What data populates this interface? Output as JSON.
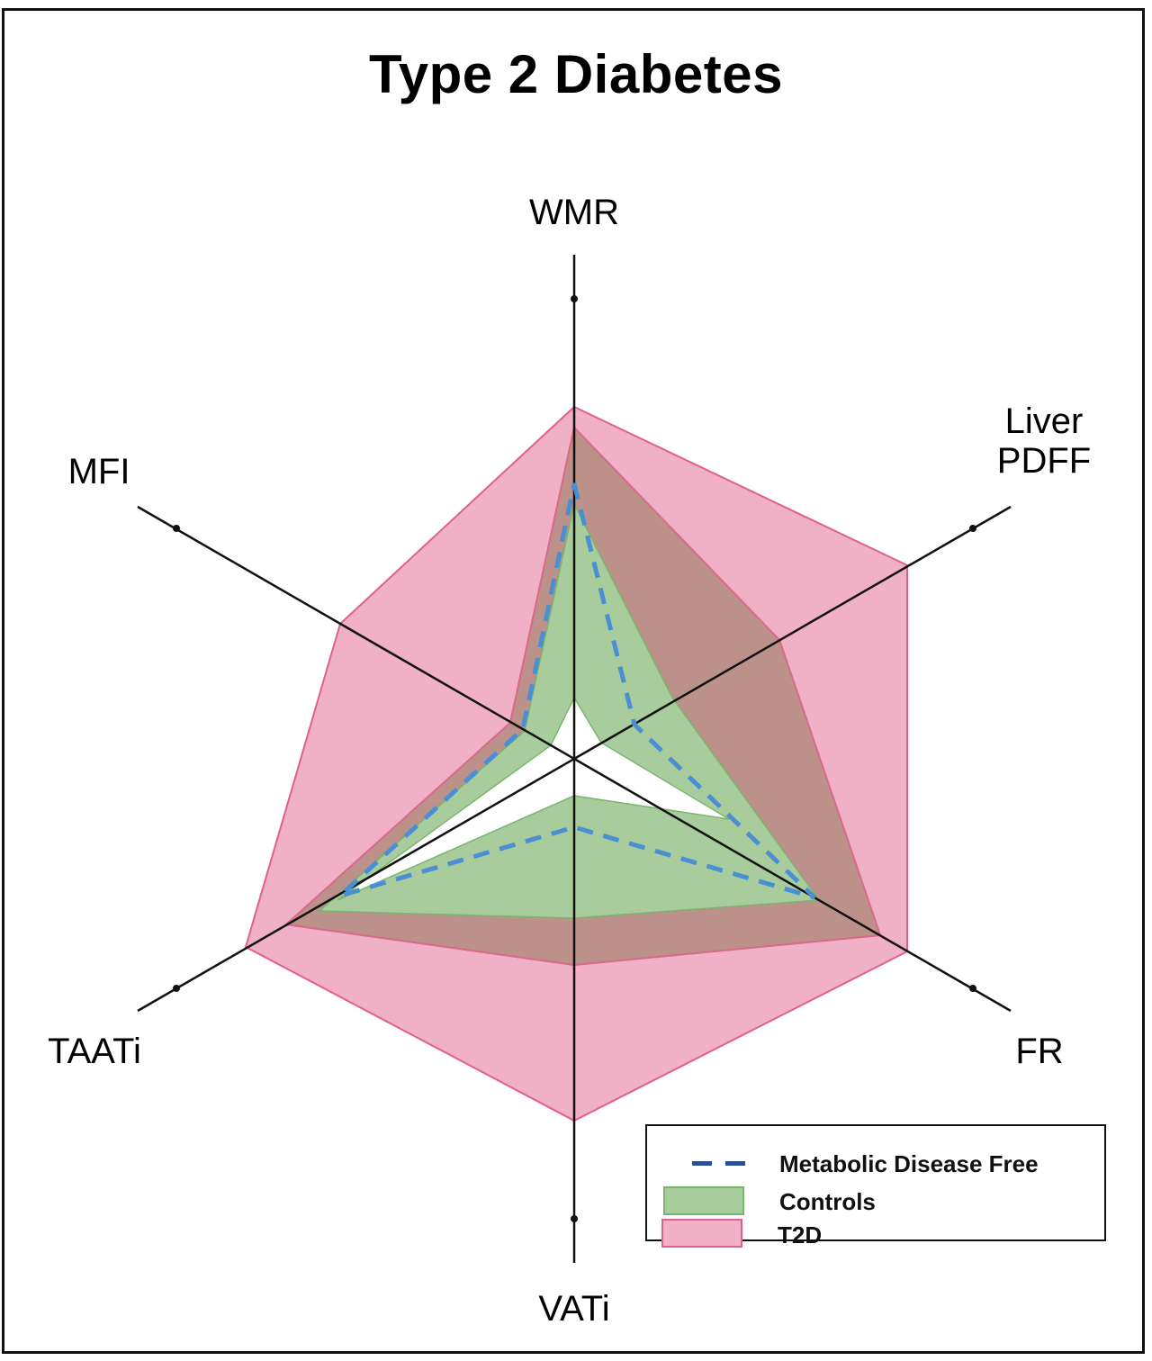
{
  "title": "Type 2 Diabetes",
  "colors": {
    "t2d_fill": "#f0b0c6",
    "t2d_edge": "#e0608c",
    "overlap_fill": "#bc918a",
    "controls_fill": "#a8cc9c",
    "controls_edge": "#7ab56e",
    "mdf_line": "#4a8fd4",
    "legend_dash": "#2a4f9a",
    "axis": "#111111"
  },
  "axes": {
    "labels": [
      "WMR",
      "Liver PDFF",
      "FR",
      "VATi",
      "TAATi",
      "MFI"
    ],
    "wmr": "WMR",
    "liver_line1": "Liver",
    "liver_line2": "PDFF",
    "fr": "FR",
    "vati": "VATi",
    "taati": "TAATi",
    "mfi": "MFI"
  },
  "legend": {
    "items": [
      {
        "label": "Metabolic Disease Free",
        "style": "dashed-line"
      },
      {
        "label": "Controls",
        "style": "green-band"
      },
      {
        "label": "T2D",
        "style": "pink-band"
      }
    ]
  },
  "chart_data": {
    "type": "radar",
    "title": "Type 2 Diabetes",
    "axes": [
      "WMR",
      "Liver PDFF",
      "FR",
      "VATi",
      "TAATi",
      "MFI"
    ],
    "scale_note": "normalized radius; tick dot on each axis marks 1.0 (axis extends to ~1.1)",
    "series": [
      {
        "name": "Metabolic Disease Free",
        "style": "dashed line",
        "values": [
          0.6,
          0.21,
          0.63,
          0.15,
          0.58,
          0.13
        ]
      },
      {
        "name": "Controls",
        "style": "band (range)",
        "upper": [
          0.56,
          0.28,
          0.62,
          0.35,
          0.64,
          0.11
        ],
        "lower": [
          0.1,
          0.07,
          0.2,
          0.08,
          0.19,
          0.06
        ]
      },
      {
        "name": "T2D",
        "style": "band (range)",
        "upper": [
          0.77,
          0.84,
          0.84,
          0.78,
          0.84,
          0.58
        ],
        "lower": [
          0.72,
          0.53,
          0.77,
          0.45,
          0.72,
          0.16
        ]
      }
    ],
    "legend_position": "lower right",
    "grid": false
  }
}
